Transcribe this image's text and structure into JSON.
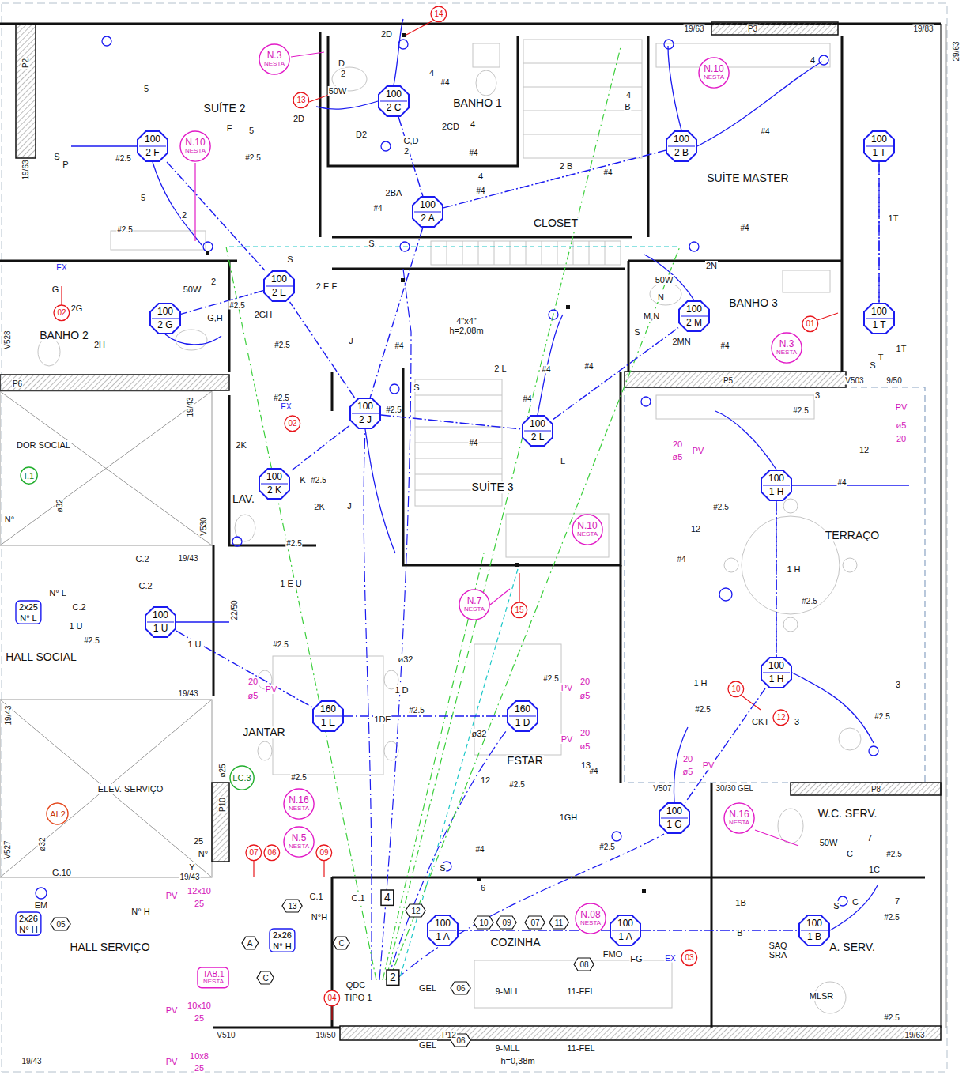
{
  "diagram": {
    "nodes": [
      {
        "text": [
          "14"
        ]
      },
      {
        "text": [
          "N.3",
          "NESTA"
        ]
      },
      {
        "text": [
          "N.10",
          "NESTA"
        ]
      },
      {
        "text": [
          "13"
        ]
      },
      {
        "text": [
          "100",
          "2 C"
        ]
      },
      {
        "text": [
          "100",
          "2 F"
        ]
      },
      {
        "text": [
          "N.10",
          "NESTA"
        ]
      },
      {
        "text": [
          "100",
          "2 B"
        ]
      },
      {
        "text": [
          "100",
          "1 T"
        ]
      },
      {
        "text": [
          "100",
          "2 A"
        ]
      },
      {
        "text": [
          "100",
          "2 E"
        ]
      },
      {
        "text": [
          "02"
        ]
      },
      {
        "text": [
          "100",
          "2 G"
        ]
      },
      {
        "text": [
          "100",
          "2 M"
        ]
      },
      {
        "text": [
          "01"
        ]
      },
      {
        "text": [
          "100",
          "1 T"
        ]
      },
      {
        "text": [
          "N.3",
          "NESTA"
        ]
      },
      {
        "text": [
          "100",
          "2 J"
        ]
      },
      {
        "text": [
          "02"
        ]
      },
      {
        "text": [
          "100",
          "2 L"
        ]
      },
      {
        "text": [
          "I.1"
        ]
      },
      {
        "text": [
          "100",
          "2 K"
        ]
      },
      {
        "text": [
          "100",
          "1 H"
        ]
      },
      {
        "text": [
          "N.10",
          "NESTA"
        ]
      },
      {
        "text": [
          "N.7",
          "NESTA"
        ]
      },
      {
        "text": [
          "15"
        ]
      },
      {
        "text": [
          "2x25",
          "N° L"
        ]
      },
      {
        "text": [
          "100",
          "1 U"
        ]
      },
      {
        "text": [
          "160",
          "1 E"
        ]
      },
      {
        "text": [
          "160",
          "1 D"
        ]
      },
      {
        "text": [
          "100",
          "1 H"
        ]
      },
      {
        "text": [
          "10"
        ]
      },
      {
        "text": [
          "12"
        ]
      },
      {
        "text": [
          "LC.3"
        ]
      },
      {
        "text": [
          "AI.2"
        ]
      },
      {
        "text": [
          "N.16",
          "NESTA"
        ]
      },
      {
        "text": [
          "N.16",
          "NESTA"
        ]
      },
      {
        "text": [
          "100",
          "1 G"
        ]
      },
      {
        "text": [
          "N.5",
          "NESTA"
        ]
      },
      {
        "text": [
          "07"
        ]
      },
      {
        "text": [
          "06"
        ]
      },
      {
        "text": [
          "09"
        ]
      },
      {
        "text": [
          "05"
        ]
      },
      {
        "text": [
          "2x26",
          "N° H"
        ]
      },
      {
        "text": [
          "13"
        ]
      },
      {
        "text": [
          "A"
        ]
      },
      {
        "text": [
          "2x26",
          "N° H"
        ]
      },
      {
        "text": [
          "C"
        ]
      },
      {
        "text": [
          "C"
        ]
      },
      {
        "text": [
          "4"
        ]
      },
      {
        "text": [
          "12"
        ]
      },
      {
        "text": [
          "10"
        ]
      },
      {
        "text": [
          "09"
        ]
      },
      {
        "text": [
          "07"
        ]
      },
      {
        "text": [
          "11"
        ]
      },
      {
        "text": [
          "N.08",
          "NESTA"
        ]
      },
      {
        "text": [
          "100",
          "1 A"
        ]
      },
      {
        "text": [
          "100",
          "1 A"
        ]
      },
      {
        "text": [
          "100",
          "1 B"
        ]
      },
      {
        "text": [
          "2"
        ]
      },
      {
        "text": [
          "08"
        ]
      },
      {
        "text": [
          "03"
        ]
      },
      {
        "text": [
          "06"
        ]
      },
      {
        "text": [
          "04"
        ]
      },
      {
        "text": [
          "06"
        ]
      },
      {
        "text": [
          "TAB.1",
          "NESTA"
        ]
      }
    ],
    "edges": [
      {
        "from": 5,
        "to": 10,
        "arrow": "none"
      },
      {
        "from": 10,
        "to": 12,
        "arrow": "none"
      },
      {
        "from": 4,
        "to": 9,
        "arrow": "none"
      },
      {
        "from": 9,
        "to": 7,
        "arrow": "none"
      },
      {
        "from": 9,
        "to": 17,
        "arrow": "none"
      },
      {
        "from": 17,
        "to": 19,
        "arrow": "none"
      },
      {
        "from": 17,
        "to": 21,
        "arrow": "none"
      },
      {
        "from": 17,
        "to": 10,
        "arrow": "none"
      },
      {
        "from": 19,
        "to": 13,
        "arrow": "none"
      },
      {
        "from": 8,
        "to": 15,
        "arrow": "none"
      },
      {
        "from": 22,
        "to": 30,
        "arrow": "none"
      },
      {
        "from": 27,
        "to": 28,
        "arrow": "none"
      },
      {
        "from": 28,
        "to": 29,
        "arrow": "none"
      },
      {
        "from": 30,
        "to": 37,
        "arrow": "none"
      },
      {
        "from": 56,
        "to": 57,
        "arrow": "none"
      },
      {
        "from": 57,
        "to": 58,
        "arrow": "none"
      }
    ],
    "labels": [
      "SUÍTE 2",
      "BANHO 1",
      "SUÍTE MASTER",
      "CLOSET",
      "BANHO 2",
      "BANHO 3",
      "SUÍTE 3",
      "TERRAÇO",
      "LAV.",
      "DOR SOCIAL",
      "HALL SOCIAL",
      "JANTAR",
      "ESTAR",
      "ELEV. SERVIÇO",
      "W.C. SERV.",
      "A. SERV.",
      "COZINHA",
      "HALL SERVIÇO",
      "P2",
      "19/63",
      "P3",
      "19/63",
      "19/83",
      "29/63",
      "P6",
      "V528",
      "19/43",
      "V530",
      "19/43",
      "22/50",
      "19/43",
      "19/43",
      "P5",
      "V503",
      "9/50",
      "V507",
      "30/30",
      "GEL",
      "P8",
      "P10",
      "V527",
      "19/43",
      "V510",
      "19/50",
      "P12",
      "19/63",
      "19/43",
      "4\"x4\" h=2,08m",
      "ø32",
      "ø32",
      "ø32",
      "ø25",
      "ø32",
      "20",
      "ø5",
      "PV",
      "PV",
      "20",
      "ø5",
      "PV",
      "20",
      "ø5",
      "20",
      "ø5",
      "PV",
      "20",
      "ø5",
      "PV",
      "PV",
      "ø5",
      "20",
      "PV",
      "12x10",
      "25",
      "PV",
      "10x10",
      "25",
      "PV",
      "10x8",
      "25",
      "#2.5",
      "#2.5",
      "#2.5",
      "#2.5",
      "#2.5",
      "#2.5",
      "#2.5",
      "#2.5",
      "#2.5",
      "#2.5",
      "#2.5",
      "#2.5",
      "#2.5",
      "#2.5",
      "#2.5",
      "#2.5",
      "#2.5",
      "#2.5",
      "#2.5",
      "#2.5",
      "#2.5",
      "#2.5",
      "#2.5",
      "#2.5",
      "#4",
      "#4",
      "#4",
      "#4",
      "#4",
      "#4",
      "#4",
      "#4",
      "#4",
      "#4",
      "#4",
      "#4",
      "#4",
      "#4",
      "#4",
      "#4",
      "#4",
      "2D",
      "D",
      "2",
      "2D",
      "D2",
      "C,D",
      "2",
      "2CD",
      "2BA",
      "2 B",
      "B",
      "2N",
      "N",
      "2MN",
      "M,N",
      "2 L",
      "L",
      "J",
      "J",
      "2K",
      "2K",
      "K",
      "2 E F",
      "2G",
      "2GH",
      "2H",
      "G,H",
      "F",
      "1T",
      "1T",
      "1 E U",
      "1 U",
      "1 U",
      "C.2",
      "C.2",
      "C.2",
      "N° L",
      "N°",
      "1 D",
      "1DE",
      "12",
      "12",
      "12",
      "13",
      "1GH",
      "1 H",
      "1 H",
      "EX",
      "G",
      "EX",
      "EX",
      "50W",
      "50W",
      "50W",
      "50W",
      "FMO",
      "FG",
      "9-MLL",
      "11-FEL",
      "9-MLL",
      "11-FEL",
      "h=0,38m",
      "MLSR",
      "SAQ",
      "SRA",
      "1B",
      "B",
      "1C",
      "C",
      "C",
      "QDC",
      "TIPO 1",
      "GEL",
      "GEL",
      "EM",
      "G.10",
      "Y",
      "N°",
      "25",
      "N° H",
      "N°H",
      "C.1",
      "C.1",
      "CKT",
      "3",
      "S",
      "P",
      "S",
      "S",
      "S",
      "S",
      "S",
      "T",
      "S",
      "S",
      "5",
      "5",
      "5",
      "4",
      "4",
      "4",
      "4",
      "4",
      "3",
      "3",
      "7",
      "7",
      "6",
      "2",
      "2"
    ]
  }
}
